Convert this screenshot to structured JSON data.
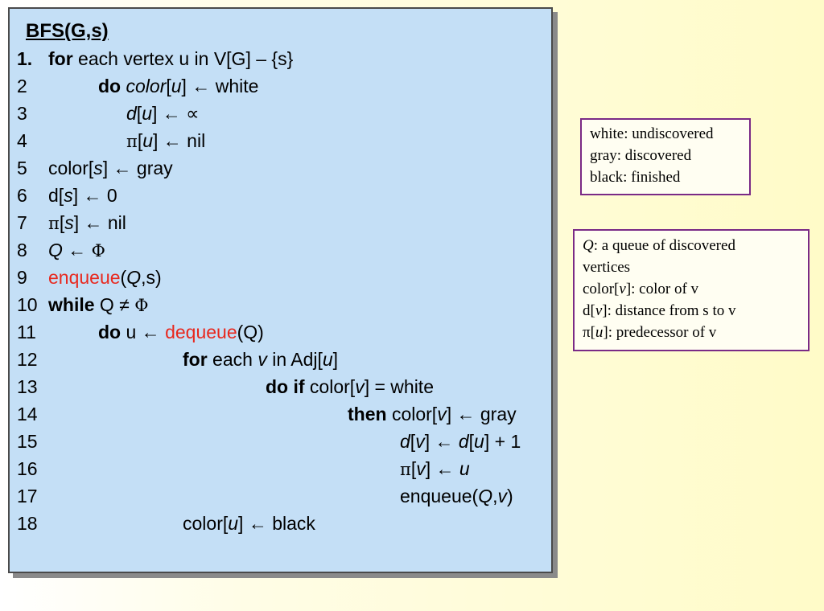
{
  "code": {
    "title": "BFS(G,s)",
    "lines": [
      {
        "num": "1.",
        "parts": [
          {
            "t": "for",
            "c": "kw"
          },
          {
            "t": " each vertex u in V[G] – {s}"
          }
        ]
      },
      {
        "num": "2",
        "parts": [
          {
            "t": "do",
            "c": "kw"
          },
          {
            "t": " "
          },
          {
            "t": "color",
            "c": "it"
          },
          {
            "t": "["
          },
          {
            "t": "u",
            "c": "it"
          },
          {
            "t": "] ← white"
          }
        ]
      },
      {
        "num": "3",
        "parts": [
          {
            "t": "d",
            "c": "it"
          },
          {
            "t": "["
          },
          {
            "t": "u",
            "c": "it"
          },
          {
            "t": "] ← ∝"
          }
        ]
      },
      {
        "num": "4",
        "parts": [
          {
            "t": "π",
            "c": "sym"
          },
          {
            "t": "["
          },
          {
            "t": "u",
            "c": "it"
          },
          {
            "t": "] ← nil"
          }
        ]
      },
      {
        "num": "5",
        "parts": [
          {
            "t": "color["
          },
          {
            "t": "s",
            "c": "it"
          },
          {
            "t": "] ← gray"
          }
        ]
      },
      {
        "num": "6",
        "parts": [
          {
            "t": "d["
          },
          {
            "t": "s",
            "c": "it"
          },
          {
            "t": "] ← 0"
          }
        ]
      },
      {
        "num": "7",
        "parts": [
          {
            "t": "π",
            "c": "sym"
          },
          {
            "t": "["
          },
          {
            "t": "s",
            "c": "it"
          },
          {
            "t": "] ← nil"
          }
        ]
      },
      {
        "num": "8",
        "parts": [
          {
            "t": "Q",
            "c": "it"
          },
          {
            "t": " ← "
          },
          {
            "t": "Φ",
            "c": "sym"
          }
        ]
      },
      {
        "num": "9",
        "parts": [
          {
            "t": "enqueue",
            "c": "red"
          },
          {
            "t": "("
          },
          {
            "t": "Q",
            "c": "it"
          },
          {
            "t": ",s)"
          }
        ]
      },
      {
        "num": "10",
        "parts": [
          {
            "t": "while",
            "c": "kw"
          },
          {
            "t": " Q ≠ "
          },
          {
            "t": "Φ",
            "c": "sym"
          }
        ]
      },
      {
        "num": "11",
        "parts": [
          {
            "t": "do",
            "c": "kw"
          },
          {
            "t": " u ← "
          },
          {
            "t": "dequeue",
            "c": "red"
          },
          {
            "t": "(Q)"
          }
        ]
      },
      {
        "num": "12",
        "parts": [
          {
            "t": "for",
            "c": "kw"
          },
          {
            "t": " each "
          },
          {
            "t": "v",
            "c": "it"
          },
          {
            "t": " in Adj["
          },
          {
            "t": "u",
            "c": "it"
          },
          {
            "t": "]"
          }
        ]
      },
      {
        "num": "13",
        "parts": [
          {
            "t": "do if",
            "c": "kw"
          },
          {
            "t": " color["
          },
          {
            "t": "v",
            "c": "it"
          },
          {
            "t": "] = white"
          }
        ]
      },
      {
        "num": "14",
        "parts": [
          {
            "t": "then",
            "c": "kw"
          },
          {
            "t": " color["
          },
          {
            "t": "v",
            "c": "it"
          },
          {
            "t": "] ← gray"
          }
        ]
      },
      {
        "num": "15",
        "parts": [
          {
            "t": "d",
            "c": "it"
          },
          {
            "t": "["
          },
          {
            "t": "v",
            "c": "it"
          },
          {
            "t": "] ← "
          },
          {
            "t": "d",
            "c": "it"
          },
          {
            "t": "["
          },
          {
            "t": "u",
            "c": "it"
          },
          {
            "t": "] + 1"
          }
        ]
      },
      {
        "num": "16",
        "parts": [
          {
            "t": "π",
            "c": "sym"
          },
          {
            "t": "["
          },
          {
            "t": "v",
            "c": "it"
          },
          {
            "t": "] ← "
          },
          {
            "t": "u",
            "c": "it"
          }
        ]
      },
      {
        "num": "17",
        "parts": [
          {
            "t": "enqueue("
          },
          {
            "t": "Q",
            "c": "it"
          },
          {
            "t": ","
          },
          {
            "t": "v",
            "c": "it"
          },
          {
            "t": ")"
          }
        ]
      },
      {
        "num": "18",
        "parts": [
          {
            "t": "color["
          },
          {
            "t": "u",
            "c": "it"
          },
          {
            "t": "] ← black"
          }
        ]
      }
    ]
  },
  "legend_colors": {
    "lines": [
      "white: undiscovered",
      "gray: discovered",
      "black: finished"
    ]
  },
  "legend_vars": {
    "lines": [
      [
        {
          "t": "Q",
          "c": "it"
        },
        {
          "t": ": a queue of discovered"
        }
      ],
      [
        {
          "t": "vertices"
        }
      ],
      [
        {
          "t": "color["
        },
        {
          "t": "v",
          "c": "it"
        },
        {
          "t": "]: color of v"
        }
      ],
      [
        {
          "t": "d["
        },
        {
          "t": "v",
          "c": "it"
        },
        {
          "t": "]: distance from s to v"
        }
      ],
      [
        {
          "t": "π"
        },
        {
          "t": "["
        },
        {
          "t": "u",
          "c": "it"
        },
        {
          "t": "]: predecessor of v"
        }
      ]
    ]
  },
  "colors": {
    "panel_bg": "#c4dff6",
    "keyword_red": "#e8281e",
    "legend_border": "#7a2a86"
  }
}
